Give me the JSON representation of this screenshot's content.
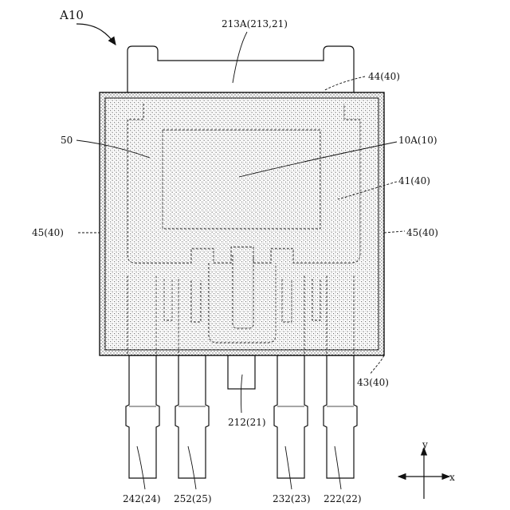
{
  "figure": {
    "title": "A10",
    "colors": {
      "ink": "#111111",
      "fill": "#ffffff"
    },
    "labels": {
      "top_terminal": "213A(213,21)",
      "resin_top": "44(40)",
      "die_bond": "50",
      "chip": "10A(10)",
      "resin_inner": "41(40)",
      "side_left": "45(40)",
      "side_right": "45(40)",
      "resin_bottom": "43(40)",
      "center_lead": "212(21)",
      "lead_1": "242(24)",
      "lead_2": "252(25)",
      "lead_3": "232(23)",
      "lead_4": "222(22)"
    },
    "axes": {
      "y": "y",
      "x": "x"
    }
  }
}
